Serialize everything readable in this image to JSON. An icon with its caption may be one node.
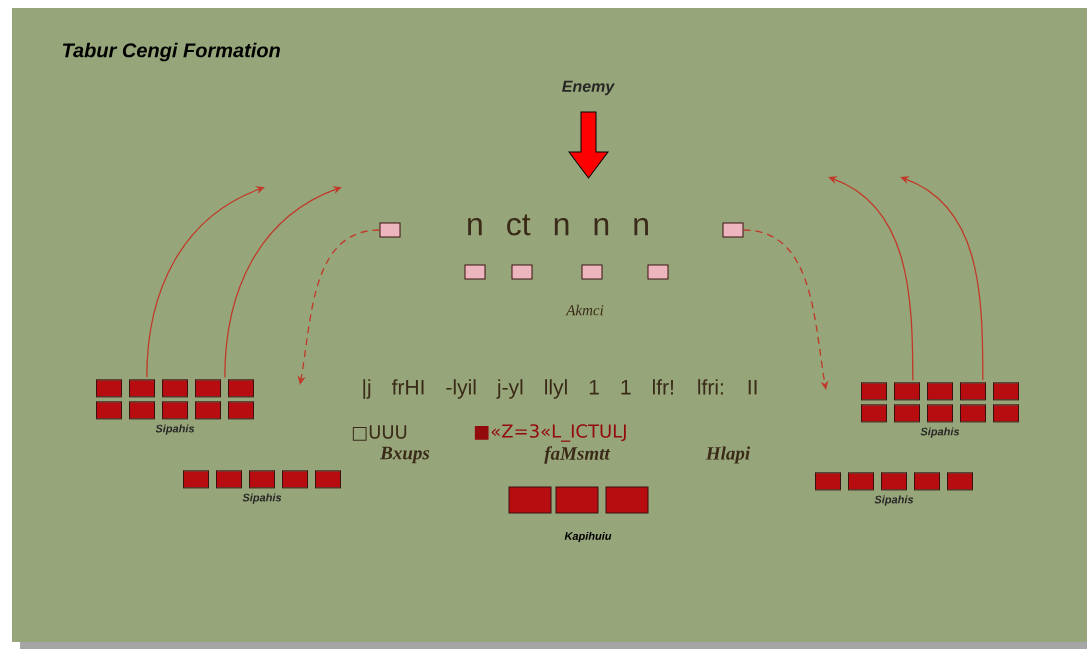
{
  "diagram": {
    "title": "Tabur Cengi Formation",
    "nodes": [
      {
        "text": [],
        "shape": "box"
      },
      {
        "text": [],
        "shape": "box"
      },
      {
        "text": [
          "Sipahis"
        ]
      },
      {
        "text": [
          "Sipahis"
        ]
      },
      {
        "text": [
          "Sipahis"
        ]
      },
      {
        "text": [
          "Sipahis"
        ]
      },
      {
        "text": [],
        "shape": "box"
      },
      {
        "text": [],
        "shape": "box"
      },
      {
        "text": [],
        "shape": "box"
      },
      {
        "text": [],
        "shape": "box"
      }
    ],
    "edges": [
      {
        "from": 2,
        "to": null,
        "arrow": "to"
      },
      {
        "from": 2,
        "to": null,
        "arrow": "to"
      },
      {
        "from": 4,
        "to": null,
        "arrow": "to"
      },
      {
        "from": 4,
        "to": null,
        "arrow": "to"
      },
      {
        "from": 0,
        "to": null,
        "arrow": "to",
        "style": "dashed"
      },
      {
        "from": 1,
        "to": null,
        "arrow": "to",
        "style": "dashed"
      }
    ],
    "labels": [
      "Enemy",
      "n ct n n n",
      "Akmci",
      "|j frHI -lyil j-yl llyl 1 1 lfr! lfri: II",
      "□UUU",
      "■«Z=3«L_ICTULJ",
      "Bxups",
      "faMsmtt",
      "Hlapi",
      "Kapihuiu"
    ]
  }
}
